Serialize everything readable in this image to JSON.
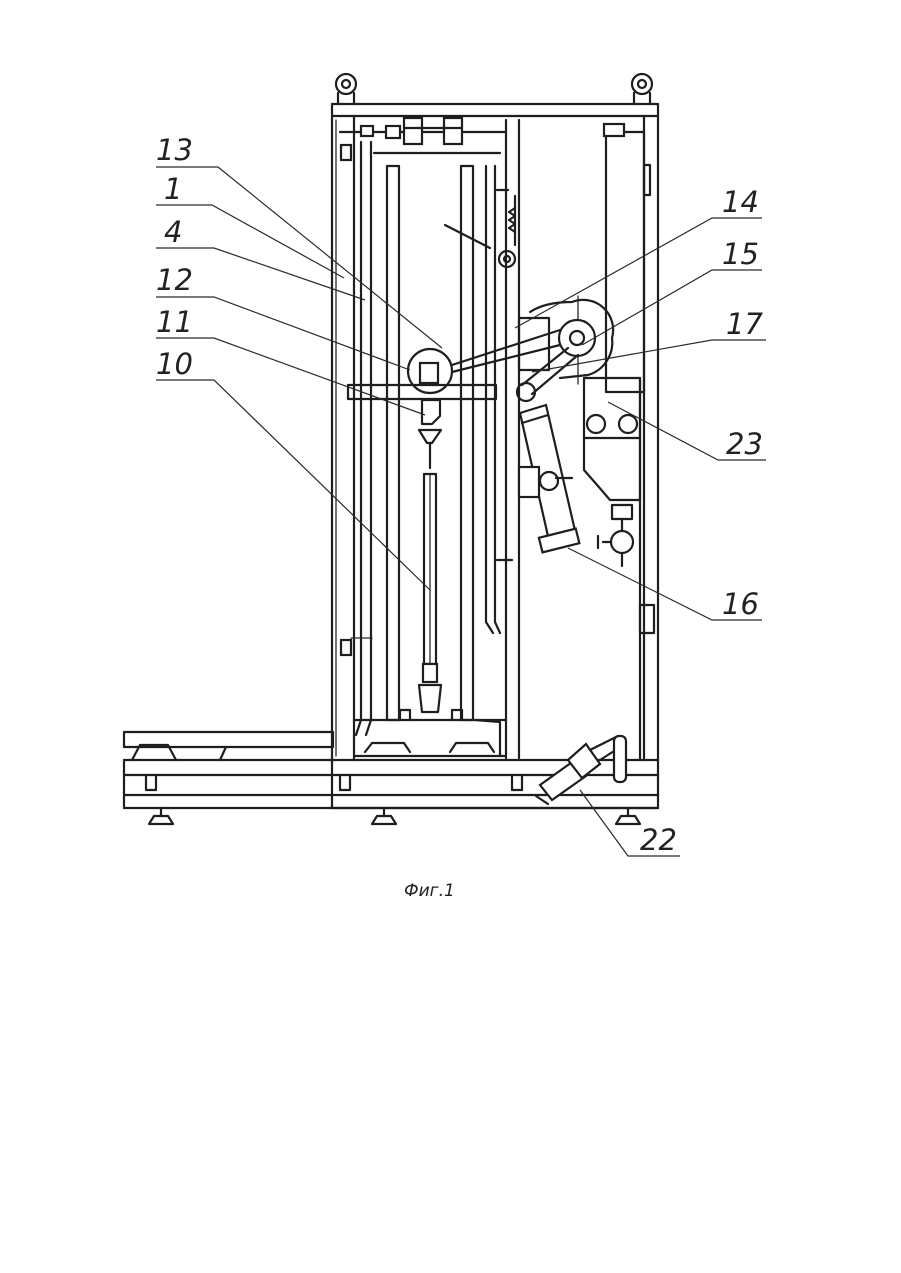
{
  "figure": {
    "caption": "Фиг.1",
    "labels": [
      {
        "id": "13",
        "text": "13"
      },
      {
        "id": "1",
        "text": "1"
      },
      {
        "id": "4",
        "text": "4"
      },
      {
        "id": "12",
        "text": "12"
      },
      {
        "id": "11",
        "text": "11"
      },
      {
        "id": "10",
        "text": "10"
      },
      {
        "id": "14",
        "text": "14"
      },
      {
        "id": "15",
        "text": "15"
      },
      {
        "id": "17",
        "text": "17"
      },
      {
        "id": "23",
        "text": "23"
      },
      {
        "id": "16",
        "text": "16"
      },
      {
        "id": "22",
        "text": "22"
      }
    ]
  }
}
